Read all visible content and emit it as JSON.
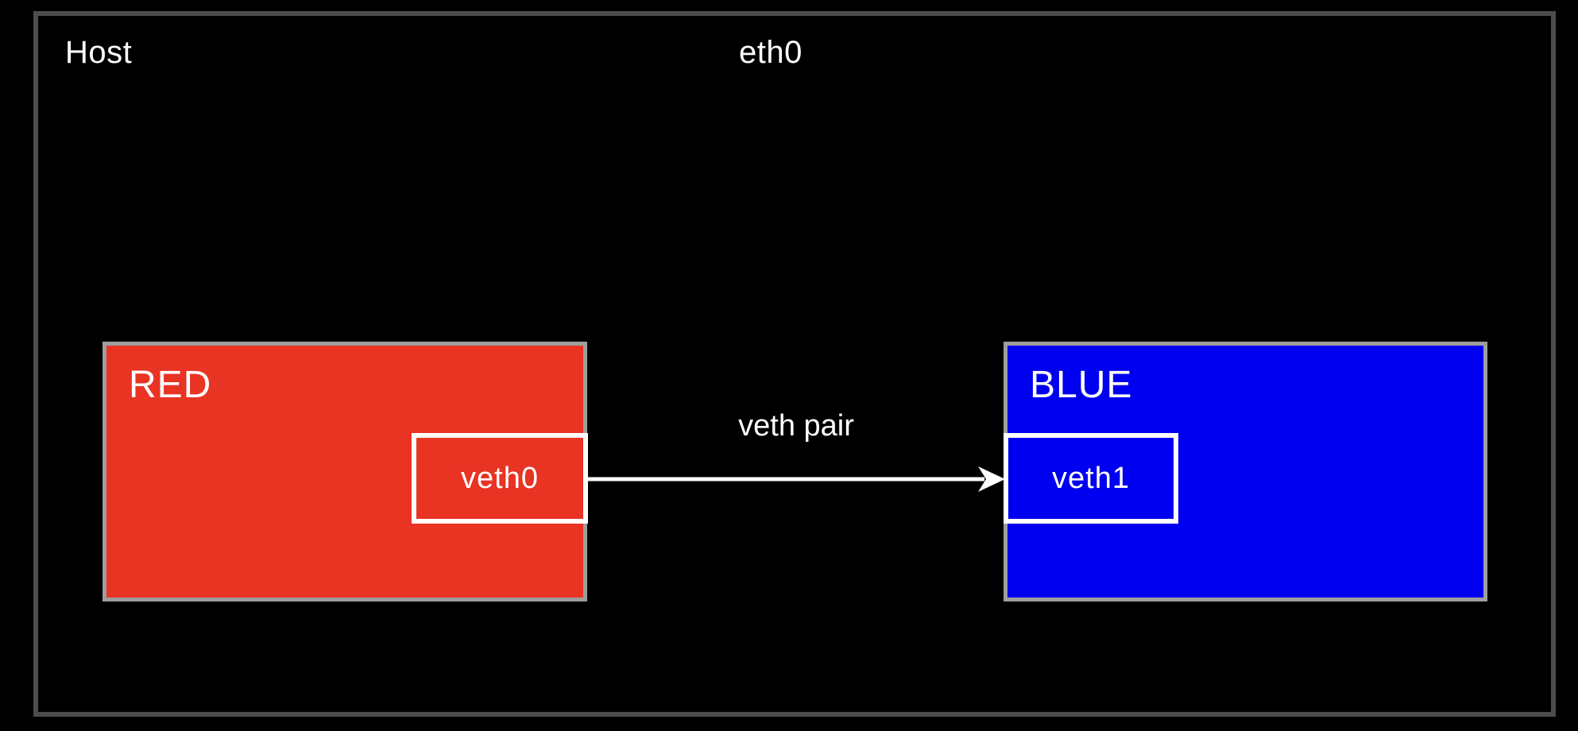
{
  "host": {
    "label": "Host",
    "interface_label": "eth0"
  },
  "namespaces": [
    {
      "name": "RED",
      "interface": "veth0",
      "fill": "#E93323"
    },
    {
      "name": "BLUE",
      "interface": "veth1",
      "fill": "#0000F0"
    }
  ],
  "connection": {
    "label": "veth pair"
  },
  "colors": {
    "background": "#000000",
    "host_border": "#4D4D4D",
    "namespace_border": "#9E9E9E",
    "interface_border": "#FFFFFF",
    "arrow": "#FFFFFF",
    "text": "#FFFFFF"
  }
}
